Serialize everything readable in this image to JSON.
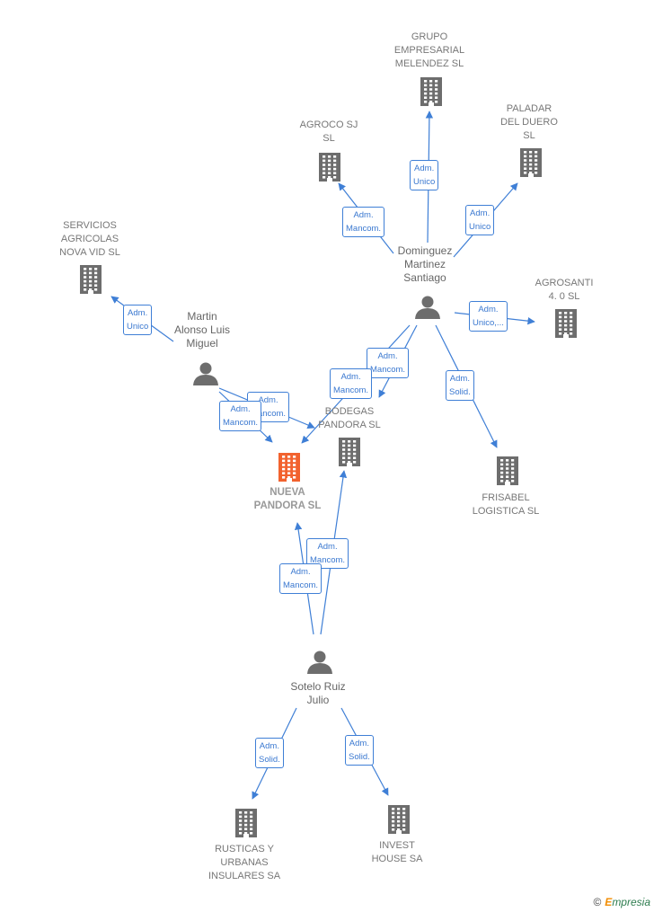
{
  "colors": {
    "edge": "#3f7fd6",
    "building": "#6d6d6d",
    "focus_building": "#f2622e",
    "person": "#6d6d6d",
    "text": "#777777"
  },
  "nodes": [
    {
      "id": "grupo",
      "type": "company",
      "label": "GRUPO\nEMPRESARIAL\nMELENDEZ  SL"
    },
    {
      "id": "agroco",
      "type": "company",
      "label": "AGROCO SJ\nSL"
    },
    {
      "id": "paladar",
      "type": "company",
      "label": "PALADAR\nDEL DUERO\nSL"
    },
    {
      "id": "servicios",
      "type": "company",
      "label": "SERVICIOS\nAGRICOLAS\nNOVA VID SL"
    },
    {
      "id": "agrosanti",
      "type": "company",
      "label": "AGROSANTI\n4. 0  SL"
    },
    {
      "id": "dominguez",
      "type": "person",
      "label": "Dominguez\nMartinez\nSantiago"
    },
    {
      "id": "martin",
      "type": "person",
      "label": "Martin\nAlonso Luis\nMiguel"
    },
    {
      "id": "bodegas",
      "type": "company",
      "label": "BODEGAS\nPANDORA  SL"
    },
    {
      "id": "nueva",
      "type": "focus",
      "label": "NUEVA\nPANDORA  SL"
    },
    {
      "id": "frisabel",
      "type": "company",
      "label": "FRISABEL\nLOGISTICA  SL"
    },
    {
      "id": "sotelo",
      "type": "person",
      "label": "Sotelo Ruiz\nJulio"
    },
    {
      "id": "rusticas",
      "type": "company",
      "label": "RUSTICAS Y\nURBANAS\nINSULARES SA"
    },
    {
      "id": "invest",
      "type": "company",
      "label": "INVEST\nHOUSE SA"
    }
  ],
  "edges": [
    {
      "from": "dominguez",
      "to": "grupo",
      "label": "Adm.\nUnico"
    },
    {
      "from": "dominguez",
      "to": "agroco",
      "label": "Adm.\nMancom."
    },
    {
      "from": "dominguez",
      "to": "paladar",
      "label": "Adm.\nUnico"
    },
    {
      "from": "dominguez",
      "to": "agrosanti",
      "label": "Adm.\nUnico,..."
    },
    {
      "from": "dominguez",
      "to": "frisabel",
      "label": "Adm.\nSolid."
    },
    {
      "from": "dominguez",
      "to": "bodegas",
      "label": "Adm.\nMancom."
    },
    {
      "from": "dominguez",
      "to": "nueva",
      "label": "Adm.\nMancom."
    },
    {
      "from": "martin",
      "to": "servicios",
      "label": "Adm.\nUnico"
    },
    {
      "from": "martin",
      "to": "bodegas",
      "label": "Adm.\nMancom."
    },
    {
      "from": "martin",
      "to": "nueva",
      "label": "Adm.\nMancom."
    },
    {
      "from": "sotelo",
      "to": "bodegas",
      "label": "Adm.\nMancom."
    },
    {
      "from": "sotelo",
      "to": "nueva",
      "label": "Adm.\nMancom."
    },
    {
      "from": "sotelo",
      "to": "rusticas",
      "label": "Adm.\nSolid."
    },
    {
      "from": "sotelo",
      "to": "invest",
      "label": "Adm.\nSolid."
    }
  ],
  "copyright": {
    "symbol": "©",
    "brand_initial": "E",
    "brand_rest": "mpresia"
  }
}
